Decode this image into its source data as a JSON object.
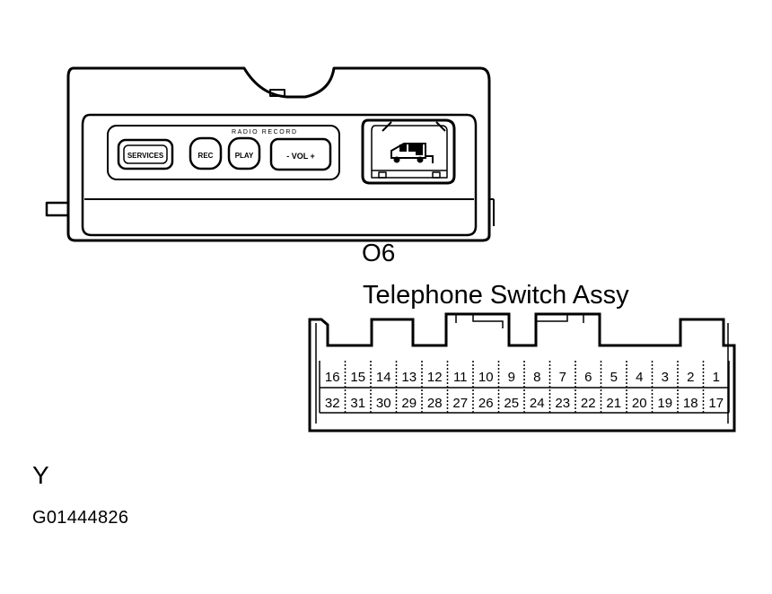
{
  "switch_unit": {
    "group_label": "RADIO RECORD",
    "buttons": {
      "services": "SERVICES",
      "rec": "REC",
      "play": "PLAY",
      "vol": "- VOL +"
    }
  },
  "connector": {
    "id": "O6",
    "name": "Telephone Switch Assy",
    "top_row": [
      "16",
      "15",
      "14",
      "13",
      "12",
      "11",
      "10",
      "9",
      "8",
      "7",
      "6",
      "5",
      "4",
      "3",
      "2",
      "1"
    ],
    "bottom_row": [
      "32",
      "31",
      "30",
      "29",
      "28",
      "27",
      "26",
      "25",
      "24",
      "23",
      "22",
      "21",
      "20",
      "19",
      "18",
      "17"
    ],
    "color": "Y"
  },
  "figure_code": "G01444826"
}
